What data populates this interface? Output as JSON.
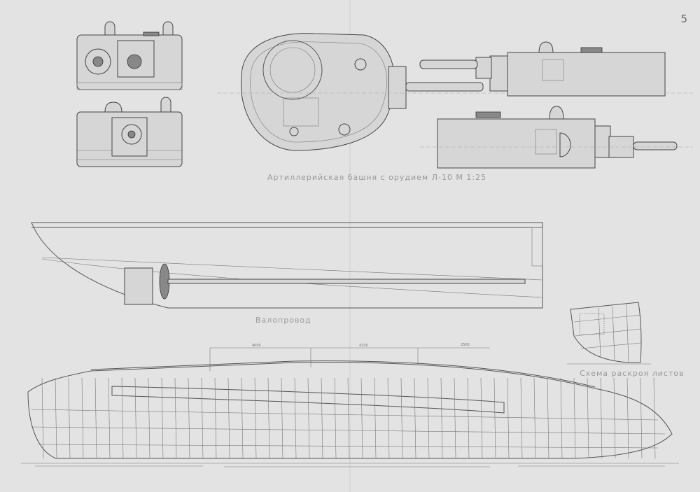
{
  "page_number": "5",
  "captions": {
    "turret": "Артиллерийская башня с орудием Л-10 М 1:25",
    "shafting": "Валопровод",
    "plating_scheme": "Схема раскроя листов"
  },
  "dimensions": [
    "4000",
    "4100",
    "2500"
  ]
}
